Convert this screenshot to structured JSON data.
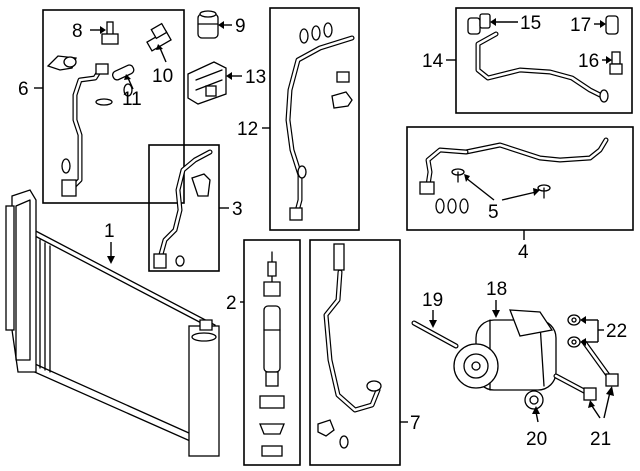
{
  "callouts": {
    "c1": "1",
    "c2": "2",
    "c3": "3",
    "c4": "4",
    "c5": "5",
    "c6": "6",
    "c7": "7",
    "c8": "8",
    "c9": "9",
    "c10": "10",
    "c11": "11",
    "c12": "12",
    "c13": "13",
    "c14": "14",
    "c15": "15",
    "c16": "16",
    "c17": "17",
    "c18": "18",
    "c19": "19",
    "c20": "20",
    "c21": "21",
    "c22": "22"
  },
  "style": {
    "ink": "#000000",
    "background": "#ffffff"
  }
}
